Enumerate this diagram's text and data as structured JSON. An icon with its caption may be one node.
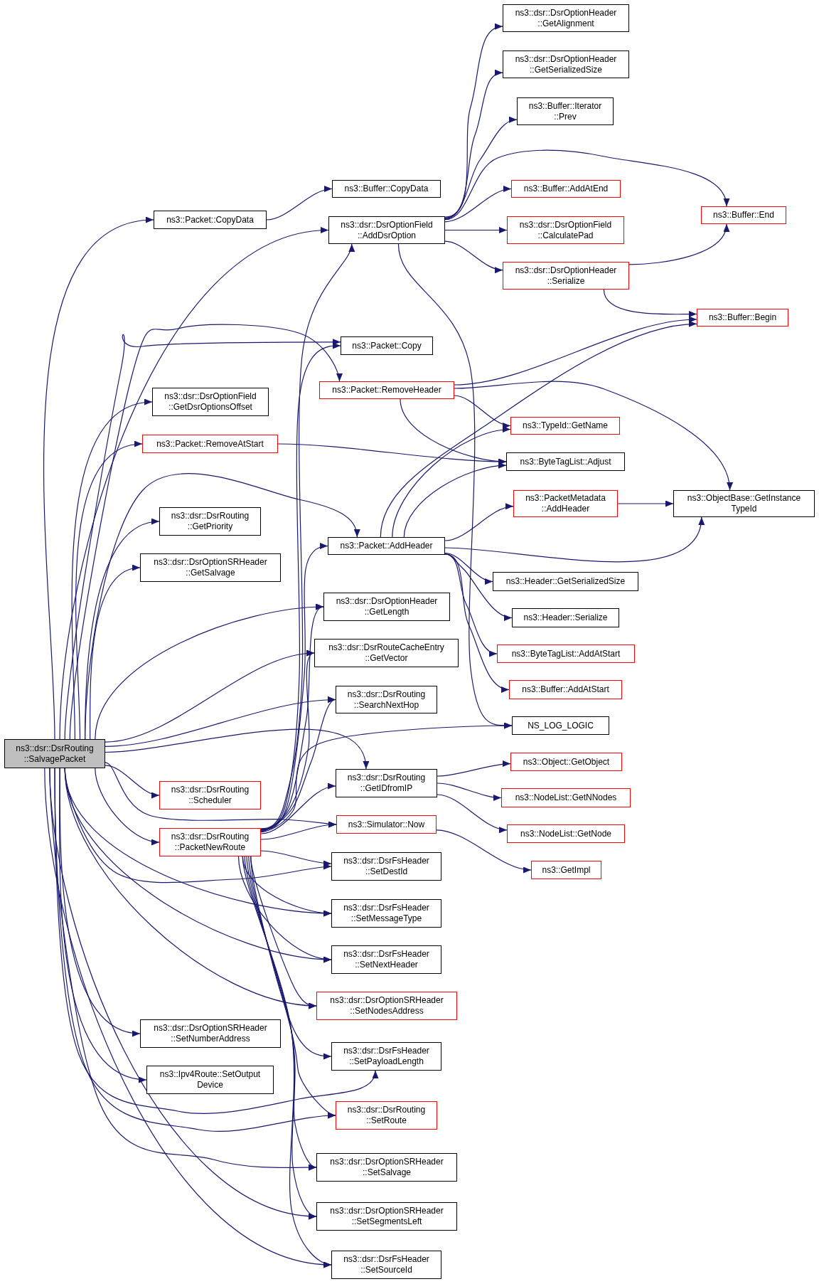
{
  "diagram": {
    "nodes": [
      {
        "text": [
          "ns3::dsr::DsrRouting ::SalvagePacket"
        ]
      },
      {
        "text": [
          "ns3::Packet::CopyData"
        ]
      },
      {
        "text": [
          "ns3::Buffer::CopyData"
        ]
      },
      {
        "text": [
          "ns3::dsr::DsrOptionField ::AddDsrOption"
        ]
      },
      {
        "text": [
          "ns3::Packet::Copy"
        ]
      },
      {
        "text": [
          "ns3::Packet::RemoveHeader"
        ]
      },
      {
        "text": [
          "ns3::dsr::DsrOptionField ::GetDsrOptionsOffset"
        ]
      },
      {
        "text": [
          "ns3::Packet::RemoveAtStart"
        ]
      },
      {
        "text": [
          "ns3::dsr::DsrRouting ::GetPriority"
        ]
      },
      {
        "text": [
          "ns3::dsr::DsrOptionSRHeader ::GetSalvage"
        ]
      },
      {
        "text": [
          "ns3::Packet::AddHeader"
        ]
      },
      {
        "text": [
          "ns3::dsr::DsrOptionHeader ::GetLength"
        ]
      },
      {
        "text": [
          "ns3::dsr::DsrRouteCacheEntry ::GetVector"
        ]
      },
      {
        "text": [
          "ns3::dsr::DsrRouting ::SearchNextHop"
        ]
      },
      {
        "text": [
          "ns3::dsr::DsrRouting ::GetIDfromIP"
        ]
      },
      {
        "text": [
          "ns3::dsr::DsrRouting ::Scheduler"
        ]
      },
      {
        "text": [
          "ns3::Simulator::Now"
        ]
      },
      {
        "text": [
          "ns3::dsr::DsrRouting ::PacketNewRoute"
        ]
      },
      {
        "text": [
          "ns3::dsr::DsrFsHeader ::SetDestId"
        ]
      },
      {
        "text": [
          "ns3::dsr::DsrFsHeader ::SetMessageType"
        ]
      },
      {
        "text": [
          "ns3::dsr::DsrFsHeader ::SetNextHeader"
        ]
      },
      {
        "text": [
          "ns3::dsr::DsrOptionSRHeader ::SetNodesAddress"
        ]
      },
      {
        "text": [
          "ns3::dsr::DsrOptionSRHeader ::SetNumberAddress"
        ]
      },
      {
        "text": [
          "ns3::Ipv4Route::SetOutput Device"
        ]
      },
      {
        "text": [
          "ns3::dsr::DsrFsHeader ::SetPayloadLength"
        ]
      },
      {
        "text": [
          "ns3::dsr::DsrRouting ::SetRoute"
        ]
      },
      {
        "text": [
          "ns3::dsr::DsrOptionSRHeader ::SetSalvage"
        ]
      },
      {
        "text": [
          "ns3::dsr::DsrOptionSRHeader ::SetSegmentsLeft"
        ]
      },
      {
        "text": [
          "ns3::dsr::DsrFsHeader ::SetSourceId"
        ]
      },
      {
        "text": [
          "ns3::dsr::DsrOptionHeader ::GetAlignment"
        ]
      },
      {
        "text": [
          "ns3::dsr::DsrOptionHeader ::GetSerializedSize"
        ]
      },
      {
        "text": [
          "ns3::Buffer::Iterator ::Prev"
        ]
      },
      {
        "text": [
          "ns3::Buffer::AddAtEnd"
        ]
      },
      {
        "text": [
          "ns3::dsr::DsrOptionField ::CalculatePad"
        ]
      },
      {
        "text": [
          "ns3::dsr::DsrOptionHeader ::Serialize"
        ]
      },
      {
        "text": [
          "ns3::Buffer::End"
        ]
      },
      {
        "text": [
          "ns3::Buffer::Begin"
        ]
      },
      {
        "text": [
          "ns3::TypeId::GetName"
        ]
      },
      {
        "text": [
          "ns3::ByteTagList::Adjust"
        ]
      },
      {
        "text": [
          "ns3::PacketMetadata ::AddHeader"
        ]
      },
      {
        "text": [
          "ns3::ObjectBase::GetInstance TypeId"
        ]
      },
      {
        "text": [
          "ns3::Header::GetSerializedSize"
        ]
      },
      {
        "text": [
          "ns3::Header::Serialize"
        ]
      },
      {
        "text": [
          "ns3::ByteTagList::AddAtStart"
        ]
      },
      {
        "text": [
          "ns3::Buffer::AddAtStart"
        ]
      },
      {
        "text": [
          "NS_LOG_LOGIC"
        ]
      },
      {
        "text": [
          "ns3::Object::GetObject"
        ]
      },
      {
        "text": [
          "ns3::NodeList::GetNNodes"
        ]
      },
      {
        "text": [
          "ns3::NodeList::GetNode"
        ]
      },
      {
        "text": [
          "ns3::GetImpl"
        ]
      }
    ],
    "edges": [
      {
        "from": 0,
        "to": 1,
        "arrow": "to"
      },
      {
        "from": 0,
        "to": 3,
        "arrow": "to"
      },
      {
        "from": 0,
        "to": 4,
        "arrow": "to"
      },
      {
        "from": 0,
        "to": 5,
        "arrow": "to"
      },
      {
        "from": 0,
        "to": 6,
        "arrow": "to"
      },
      {
        "from": 0,
        "to": 7,
        "arrow": "to"
      },
      {
        "from": 0,
        "to": 10,
        "arrow": "to"
      },
      {
        "from": 0,
        "to": 8,
        "arrow": "to"
      },
      {
        "from": 0,
        "to": 9,
        "arrow": "to"
      },
      {
        "from": 0,
        "to": 11,
        "arrow": "to"
      },
      {
        "from": 0,
        "to": 12,
        "arrow": "to"
      },
      {
        "from": 0,
        "to": 13,
        "arrow": "to"
      },
      {
        "from": 0,
        "to": 14,
        "arrow": "to"
      },
      {
        "from": 0,
        "to": 16,
        "arrow": "to"
      },
      {
        "from": 0,
        "to": 15,
        "arrow": "to"
      },
      {
        "from": 0,
        "to": 17,
        "arrow": "to"
      },
      {
        "from": 0,
        "to": 18,
        "arrow": "to"
      },
      {
        "from": 0,
        "to": 19,
        "arrow": "to"
      },
      {
        "from": 0,
        "to": 20,
        "arrow": "to"
      },
      {
        "from": 0,
        "to": 21,
        "arrow": "to"
      },
      {
        "from": 0,
        "to": 22,
        "arrow": "to"
      },
      {
        "from": 0,
        "to": 23,
        "arrow": "to"
      },
      {
        "from": 0,
        "to": 24,
        "arrow": "to"
      },
      {
        "from": 0,
        "to": 25,
        "arrow": "to"
      },
      {
        "from": 0,
        "to": 26,
        "arrow": "to"
      },
      {
        "from": 0,
        "to": 27,
        "arrow": "to"
      },
      {
        "from": 0,
        "to": 28,
        "arrow": "to"
      },
      {
        "from": 1,
        "to": 2,
        "arrow": "to"
      },
      {
        "from": 3,
        "to": 29,
        "arrow": "to"
      },
      {
        "from": 3,
        "to": 30,
        "arrow": "to"
      },
      {
        "from": 3,
        "to": 31,
        "arrow": "to"
      },
      {
        "from": 3,
        "to": 32,
        "arrow": "to"
      },
      {
        "from": 3,
        "to": 33,
        "arrow": "to"
      },
      {
        "from": 3,
        "to": 34,
        "arrow": "to"
      },
      {
        "from": 3,
        "to": 35,
        "arrow": "to"
      },
      {
        "from": 3,
        "to": 45,
        "arrow": "to"
      },
      {
        "from": 34,
        "to": 35,
        "arrow": "to"
      },
      {
        "from": 34,
        "to": 36,
        "arrow": "to"
      },
      {
        "from": 5,
        "to": 36,
        "arrow": "to"
      },
      {
        "from": 5,
        "to": 37,
        "arrow": "to"
      },
      {
        "from": 5,
        "to": 38,
        "arrow": "to"
      },
      {
        "from": 5,
        "to": 40,
        "arrow": "to"
      },
      {
        "from": 7,
        "to": 38,
        "arrow": "to"
      },
      {
        "from": 10,
        "to": 36,
        "arrow": "to"
      },
      {
        "from": 10,
        "to": 37,
        "arrow": "to"
      },
      {
        "from": 10,
        "to": 38,
        "arrow": "to"
      },
      {
        "from": 10,
        "to": 39,
        "arrow": "to"
      },
      {
        "from": 10,
        "to": 40,
        "arrow": "to"
      },
      {
        "from": 10,
        "to": 41,
        "arrow": "to"
      },
      {
        "from": 10,
        "to": 42,
        "arrow": "to"
      },
      {
        "from": 10,
        "to": 43,
        "arrow": "to"
      },
      {
        "from": 10,
        "to": 44,
        "arrow": "to"
      },
      {
        "from": 39,
        "to": 40,
        "arrow": "to"
      },
      {
        "from": 14,
        "to": 46,
        "arrow": "to"
      },
      {
        "from": 14,
        "to": 47,
        "arrow": "to"
      },
      {
        "from": 14,
        "to": 48,
        "arrow": "to"
      },
      {
        "from": 16,
        "to": 49,
        "arrow": "to"
      },
      {
        "from": 17,
        "to": 3,
        "arrow": "to"
      },
      {
        "from": 17,
        "to": 4,
        "arrow": "to"
      },
      {
        "from": 17,
        "to": 10,
        "arrow": "to"
      },
      {
        "from": 17,
        "to": 11,
        "arrow": "to"
      },
      {
        "from": 17,
        "to": 12,
        "arrow": "to"
      },
      {
        "from": 17,
        "to": 13,
        "arrow": "to"
      },
      {
        "from": 17,
        "to": 14,
        "arrow": "to"
      },
      {
        "from": 17,
        "to": 16,
        "arrow": "to"
      },
      {
        "from": 17,
        "to": 45,
        "arrow": "to"
      },
      {
        "from": 17,
        "to": 18,
        "arrow": "to"
      },
      {
        "from": 17,
        "to": 19,
        "arrow": "to"
      },
      {
        "from": 17,
        "to": 20,
        "arrow": "to"
      },
      {
        "from": 17,
        "to": 21,
        "arrow": "to"
      },
      {
        "from": 17,
        "to": 24,
        "arrow": "to"
      },
      {
        "from": 17,
        "to": 25,
        "arrow": "to"
      },
      {
        "from": 17,
        "to": 26,
        "arrow": "to"
      },
      {
        "from": 17,
        "to": 27,
        "arrow": "to"
      },
      {
        "from": 17,
        "to": 28,
        "arrow": "to"
      }
    ]
  }
}
